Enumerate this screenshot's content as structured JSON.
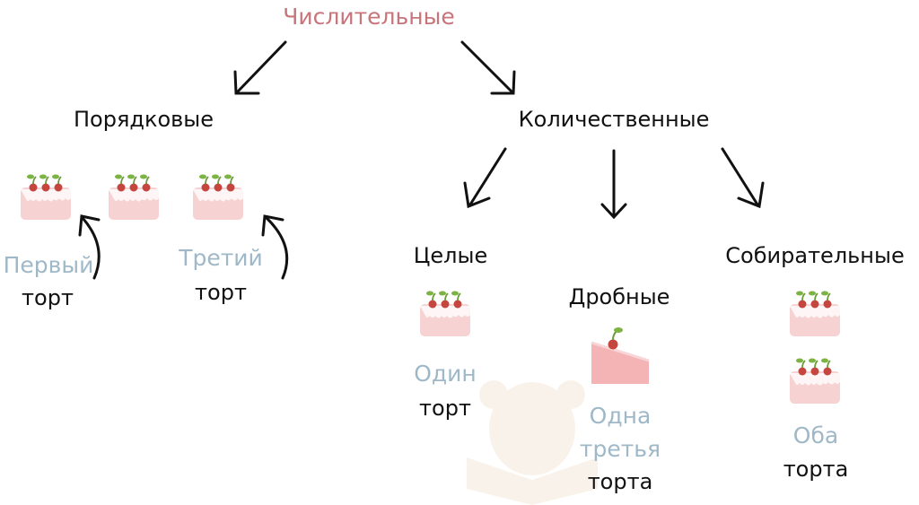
{
  "root": "Числительные",
  "ordinal": {
    "title": "Порядковые",
    "examples": [
      {
        "word": "Первый",
        "noun": "торт"
      },
      {
        "word": "Третий",
        "noun": "торт"
      }
    ]
  },
  "cardinal": {
    "title": "Количественные",
    "whole": {
      "title": "Целые",
      "word": "Один",
      "noun": "торт"
    },
    "fractional": {
      "title": "Дробные",
      "word1": "Одна",
      "word2": "третья",
      "noun": "торта"
    },
    "collective": {
      "title": "Собирательные",
      "word": "Оба",
      "noun": "торта"
    }
  },
  "colors": {
    "root": "#c8747b",
    "example": "#9fb8c8",
    "cake": "#f6d3d3",
    "cherry": "#c4463f",
    "stem": "#7cb342"
  }
}
